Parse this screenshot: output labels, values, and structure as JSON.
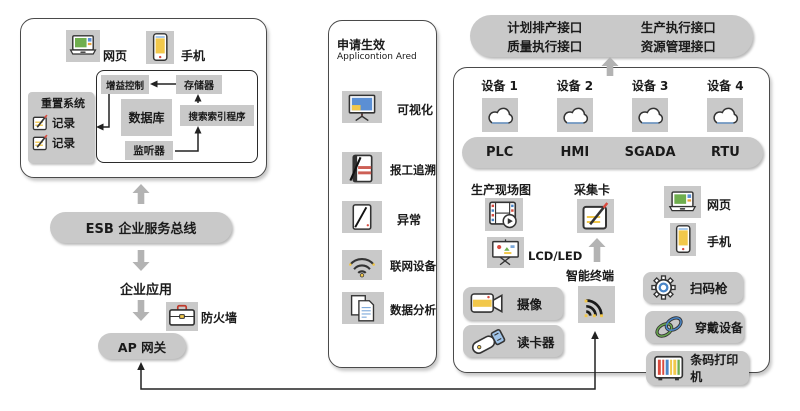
{
  "colors": {
    "node_fill": "#c9c9c9",
    "line": "#222222",
    "gray_arrow": "#b3b3b3",
    "border": "#4a4a4a"
  },
  "left_panel": {
    "devices": [
      {
        "icon": "laptop-icon",
        "label": "网页"
      },
      {
        "icon": "phone-icon",
        "label": "手机"
      }
    ],
    "flow": {
      "gain": "增益控制",
      "storage": "存储器",
      "database": "数据库",
      "search_index": "搜索索引程序",
      "listener": "监听器"
    },
    "reset": {
      "title": "重置系统",
      "records": [
        {
          "icon": "notepad-pencil-icon",
          "label": "记录"
        },
        {
          "icon": "notepad-pencil-icon",
          "label": "记录"
        }
      ]
    },
    "esb": "ESB 企业服务总线",
    "enterprise_app": "企业应用",
    "firewall": {
      "icon": "briefcase-icon",
      "label": "防火墙"
    },
    "ap_gateway": "AP 网关"
  },
  "middle_panel": {
    "title": "申请生效",
    "subtitle": "Applicontion Ared",
    "items": [
      {
        "icon": "monitor-icon",
        "label": "可视化"
      },
      {
        "icon": "notebook-pen-icon",
        "label": "报工追溯"
      },
      {
        "icon": "paper-pen-icon",
        "label": "异常"
      },
      {
        "icon": "wifi-icon",
        "label": "联网设备"
      },
      {
        "icon": "documents-icon",
        "label": "数据分析"
      }
    ]
  },
  "right_panel": {
    "interfaces": [
      "计划排产接口",
      "生产执行接口",
      "质量执行接口",
      "资源管理接口"
    ],
    "devices": [
      {
        "label": "设备 1",
        "icon": "cloud-icon",
        "protocol": "PLC"
      },
      {
        "label": "设备 2",
        "icon": "cloud-icon",
        "protocol": "HMI"
      },
      {
        "label": "设备 3",
        "icon": "cloud-icon",
        "protocol": "SGADA"
      },
      {
        "label": "设备 4",
        "icon": "cloud-icon",
        "protocol": "RTU"
      }
    ],
    "production_view": {
      "icon": "film-icon",
      "label": "生产现场图"
    },
    "capture_card": {
      "icon": "notepad-pencil-icon",
      "label": "采集卡"
    },
    "lcd_led": {
      "icon": "presentation-icon",
      "label": "LCD/LED"
    },
    "smart_terminal": {
      "icon": "signal-icon",
      "label": "智能终端"
    },
    "camera": {
      "icon": "camcorder-icon",
      "label": "摄像"
    },
    "card_reader": {
      "icon": "usb-icon",
      "label": "读卡器"
    },
    "web": {
      "icon": "laptop-icon",
      "label": "网页"
    },
    "mobile": {
      "icon": "phone-icon",
      "label": "手机"
    },
    "scanner_gun": {
      "icon": "gear-icon",
      "label": "扫码枪"
    },
    "wearable": {
      "icon": "chain-icon",
      "label": "穿戴设备"
    },
    "barcode_printer": {
      "icon": "barcode-icon",
      "label": "条码打印机"
    }
  }
}
